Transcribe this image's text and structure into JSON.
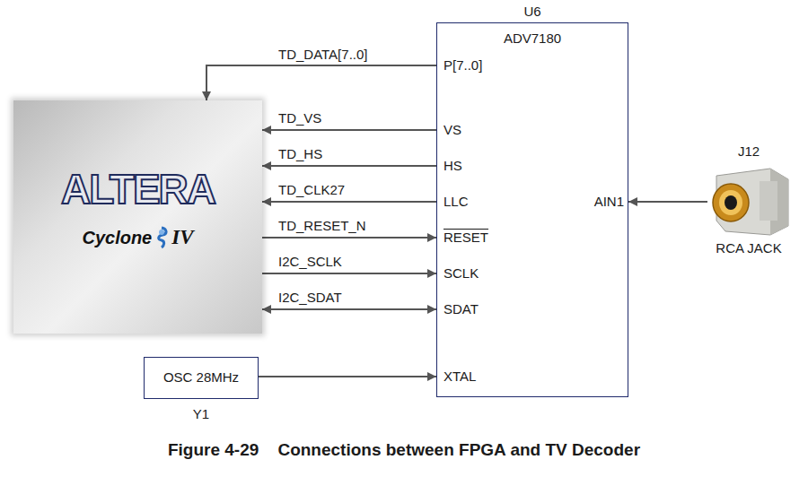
{
  "diagram": {
    "caption": "Figure 4-29    Connections between FPGA and TV Decoder",
    "nodes": [
      {
        "text": [
          "ALTERA",
          "Cyclone",
          "IV"
        ]
      },
      {
        "text": [
          "U6",
          "ADV7180"
        ]
      },
      {
        "text": [
          "J12",
          "RCA JACK"
        ]
      },
      {
        "text": [
          "OSC 28MHz",
          "Y1"
        ]
      }
    ],
    "edges": [
      {
        "from": 1,
        "to": 0,
        "arrow": "to",
        "label": "TD_DATA[7..0]"
      },
      {
        "from": 1,
        "to": 0,
        "arrow": "to",
        "label": "TD_VS"
      },
      {
        "from": 1,
        "to": 0,
        "arrow": "to",
        "label": "TD_HS"
      },
      {
        "from": 1,
        "to": 0,
        "arrow": "to",
        "label": "TD_CLK27"
      },
      {
        "from": 0,
        "to": 1,
        "arrow": "to",
        "label": "TD_RESET_N"
      },
      {
        "from": 0,
        "to": 1,
        "arrow": "to",
        "label": "I2C_SCLK"
      },
      {
        "from": 0,
        "to": 1,
        "arrow": "both",
        "label": "I2C_SDAT"
      },
      {
        "from": 2,
        "to": 1,
        "arrow": "to"
      },
      {
        "from": 3,
        "to": 1,
        "arrow": "to"
      }
    ],
    "labels": [
      "P[7..0]",
      "VS",
      "HS",
      "LLC",
      "RESET",
      "SCLK",
      "SDAT",
      "XTAL",
      "AIN1"
    ]
  }
}
